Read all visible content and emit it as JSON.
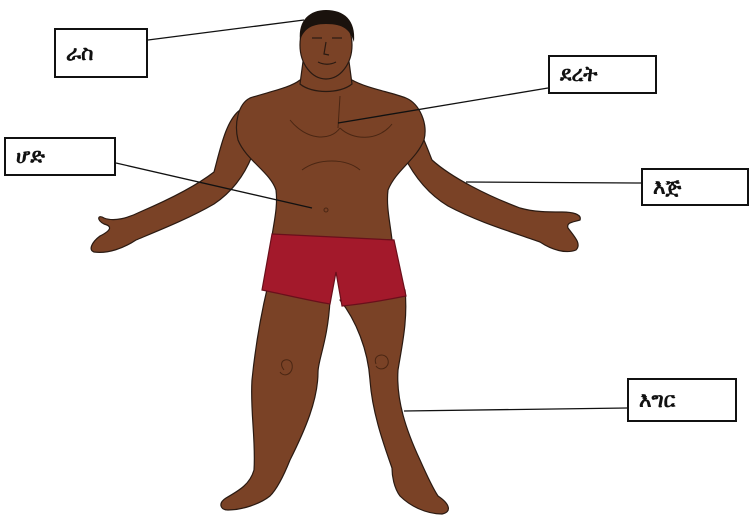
{
  "labels": {
    "head": "ራስ",
    "chest": "ደረት",
    "belly": "ሆድ",
    "hand": "እጅ",
    "leg": "እግር"
  },
  "colors": {
    "skin": "#7a4226",
    "skin_shadow": "#5e301a",
    "hair": "#1a120d",
    "shorts": "#a3192b",
    "outline": "#2a1a12",
    "leader_line": "#111111",
    "box_border": "#111111"
  }
}
